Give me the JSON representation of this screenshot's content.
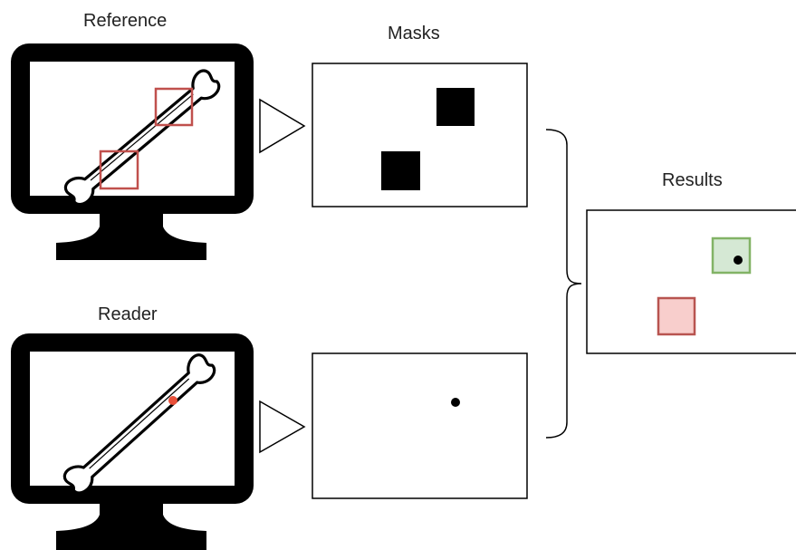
{
  "labels": {
    "reference": "Reference",
    "masks": "Masks",
    "results": "Results",
    "reader": "Reader"
  },
  "colors": {
    "outline": "#000000",
    "reference_box": "#c0504d",
    "reader_point": "#e8503a",
    "hit_fill": "#d5e8d4",
    "hit_stroke": "#82b366",
    "miss_fill": "#f8cecc",
    "miss_stroke": "#b85450"
  },
  "icons": [
    "monitor-icon",
    "bone-icon",
    "play-arrow-icon",
    "curly-brace-icon"
  ]
}
